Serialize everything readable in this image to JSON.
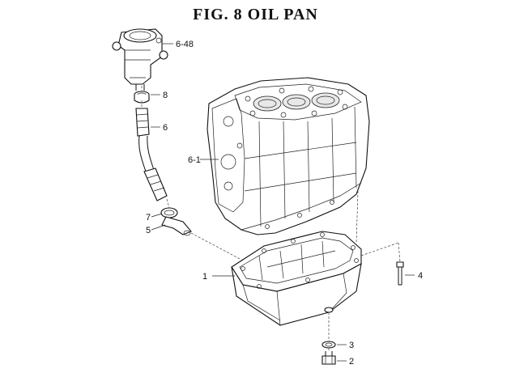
{
  "title": "FIG. 8  OIL PAN",
  "callouts": {
    "c6_48": "6-48",
    "c8": "8",
    "c6": "6",
    "c6_1": "6-1",
    "c7": "7",
    "c5": "5",
    "c1": "1",
    "c4": "4",
    "c3": "3",
    "c2": "2"
  }
}
